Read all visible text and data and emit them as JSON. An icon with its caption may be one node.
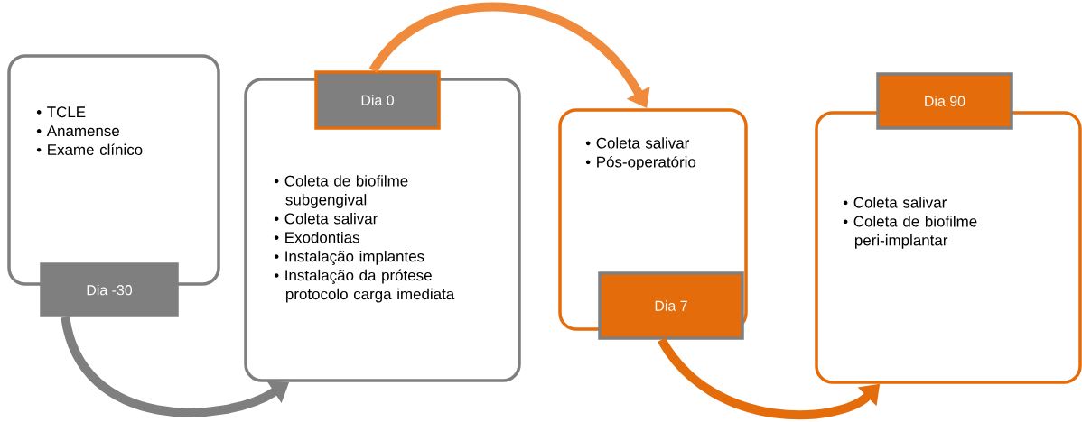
{
  "diagram": {
    "nodes": [
      {
        "text": [
          "• TCLE",
          "• Anamense",
          "• Exame clínico"
        ]
      },
      {
        "text": [
          "Dia -30"
        ]
      },
      {
        "text": [
          "• Coleta de biofilme subgengival",
          "• Coleta salivar",
          "• Exodontias",
          "• Instalação implantes",
          "• Instalação da prótese protocolo carga imediata"
        ]
      },
      {
        "text": [
          "Dia 0"
        ]
      },
      {
        "text": [
          "• Coleta salivar",
          "• Pós-operatório"
        ]
      },
      {
        "text": [
          "Dia 7"
        ]
      },
      {
        "text": [
          "• Coleta salivar",
          "• Coleta de biofilme peri-implantar"
        ]
      },
      {
        "text": [
          "Dia 90"
        ]
      }
    ],
    "edges": [
      {
        "from": 1,
        "to": 2,
        "arrow": "to",
        "color": "#7f7f7f"
      },
      {
        "from": 3,
        "to": 4,
        "arrow": "to",
        "color": "#f08a3c"
      },
      {
        "from": 5,
        "to": 6,
        "arrow": "to",
        "color": "#e46c0a"
      }
    ]
  }
}
